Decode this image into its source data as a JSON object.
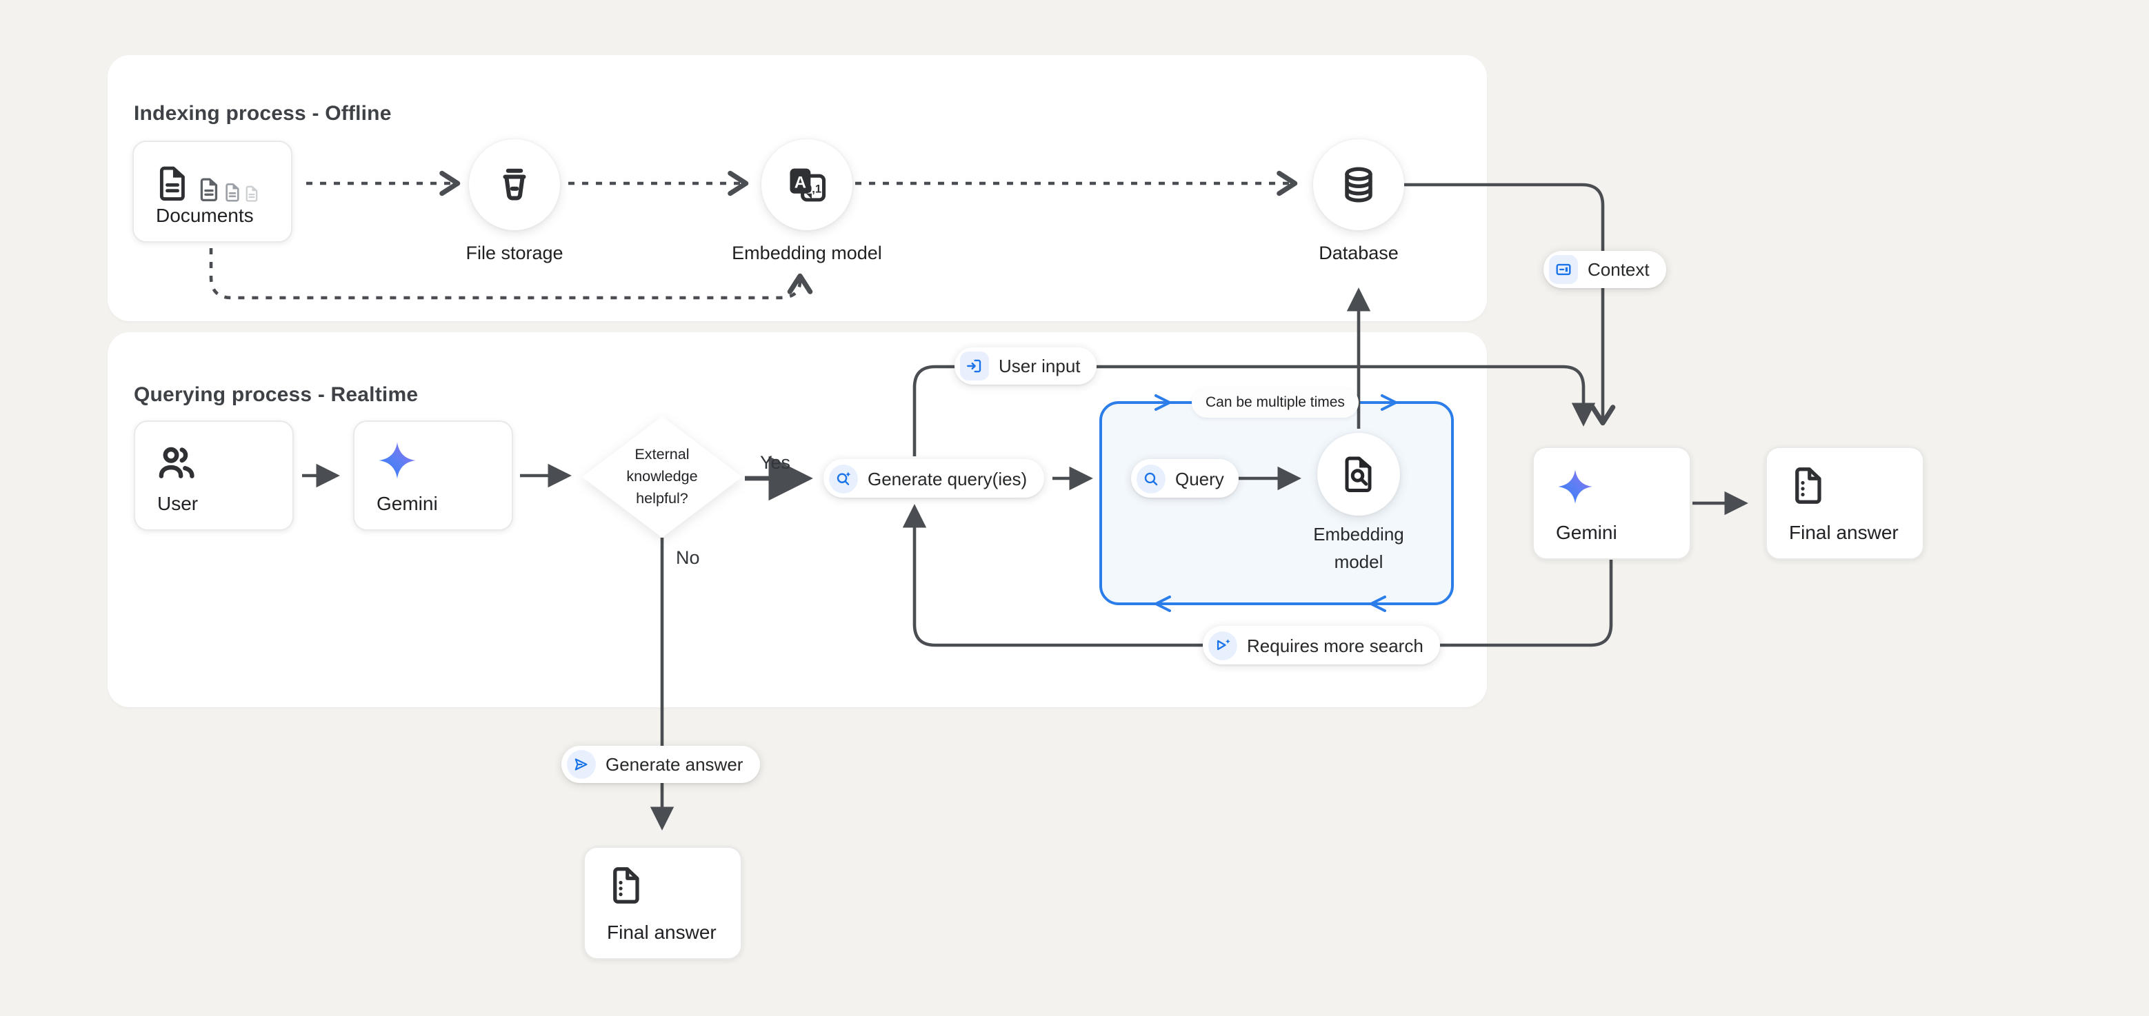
{
  "colors": {
    "background": "#f4f2ee",
    "panel": "#ffffff",
    "line": "#4a4d51",
    "accent_blue": "#1a73e8",
    "chip_background": "#e8f0fe",
    "loop_box_border": "#2b7de9",
    "loop_box_background": "#f3f8fd",
    "gemini_gradient_start": "#2e7df6",
    "gemini_gradient_end": "#9570ee"
  },
  "panels": {
    "indexing": {
      "title": "Indexing process - Offline"
    },
    "querying": {
      "title": "Querying process - Realtime"
    }
  },
  "nodes": {
    "documents": "Documents",
    "file_storage": "File storage",
    "embedding_model_offline": "Embedding model",
    "database": "Database",
    "user": "User",
    "gemini_left": "Gemini",
    "embedding_model_online": {
      "line1": "Embedding",
      "line2": "model"
    },
    "gemini_right": "Gemini",
    "final_answer_right": "Final answer",
    "final_answer_bottom": "Final answer"
  },
  "decision": {
    "line1": "External",
    "line2": "knowledge",
    "line3": "helpful?",
    "yes": "Yes",
    "no": "No"
  },
  "pills": {
    "user_input": "User input",
    "generate_query": "Generate query(ies)",
    "query": "Query",
    "can_multiple": "Can be multiple times",
    "requires_more_search": "Requires more search",
    "generate_answer": "Generate answer",
    "context": "Context"
  },
  "icons": {
    "embedding_letter": "A",
    "embedding_digits": "0,1"
  }
}
